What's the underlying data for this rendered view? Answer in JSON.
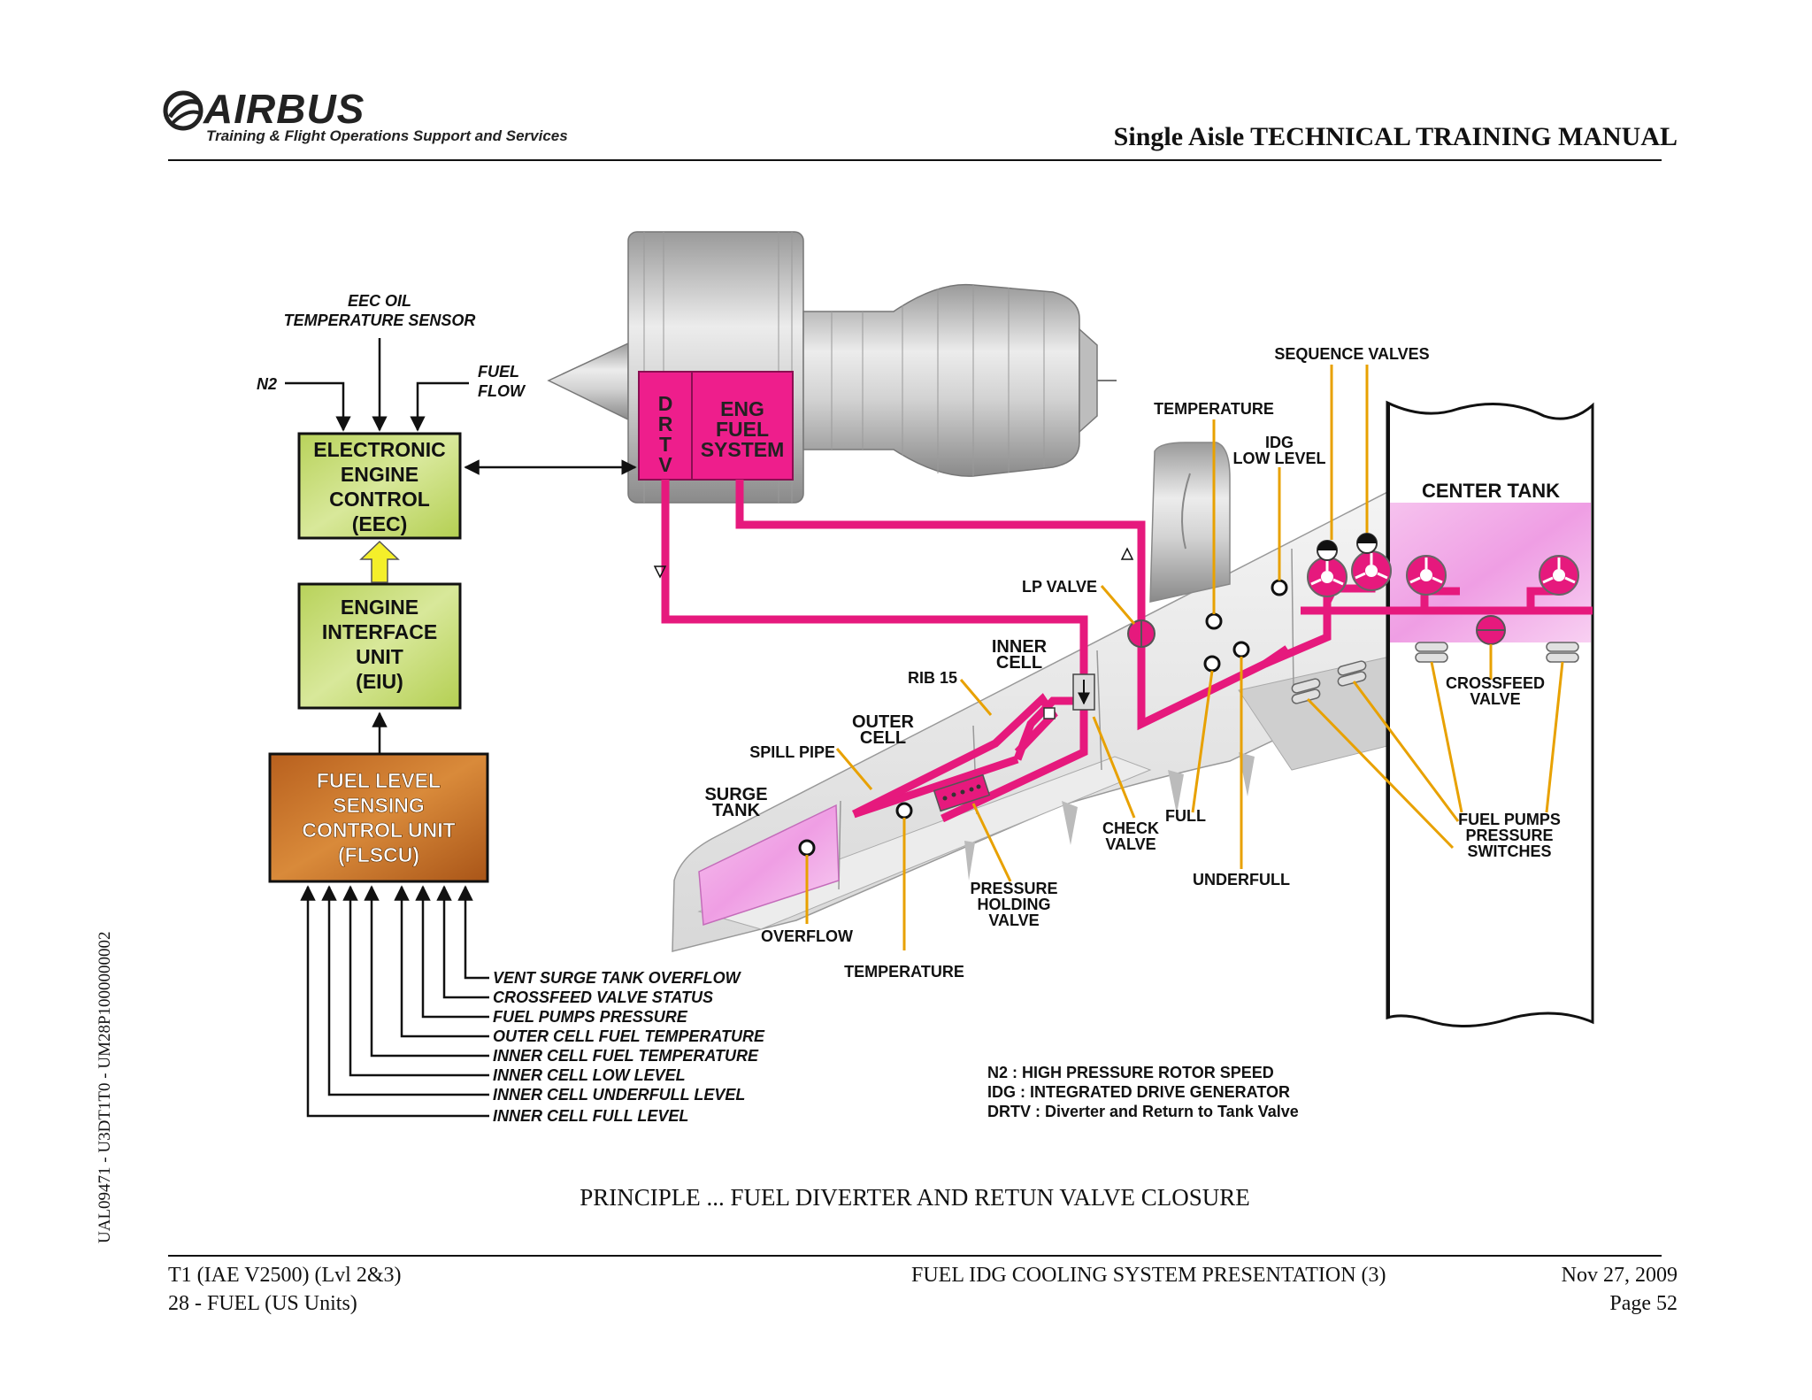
{
  "header": {
    "logo": "AIRBUS",
    "logo_subtitle": "Training & Flight Operations Support and Services",
    "manual_title": "Single Aisle TECHNICAL TRAINING MANUAL"
  },
  "side_code": "UAL09471 - U3DT1T0 - UM28P1000000002",
  "diagram": {
    "eec_inputs": {
      "oil_sensor": [
        "EEC OIL",
        "TEMPERATURE SENSOR"
      ],
      "n2": "N2",
      "fuel_flow": [
        "FUEL",
        "FLOW"
      ]
    },
    "eec_box": [
      "ELECTRONIC",
      "ENGINE",
      "CONTROL",
      "(EEC)"
    ],
    "eiu_box": [
      "ENGINE",
      "INTERFACE",
      "UNIT",
      "(EIU)"
    ],
    "flscu_box": [
      "FUEL LEVEL",
      "SENSING",
      "CONTROL UNIT",
      "(FLSCU)"
    ],
    "drtv": [
      "D",
      "R",
      "T",
      "V"
    ],
    "eng_fuel": [
      "ENG",
      "FUEL",
      "SYSTEM"
    ],
    "flscu_inputs": [
      "VENT SURGE TANK OVERFLOW",
      "CROSSFEED VALVE STATUS",
      "FUEL PUMPS PRESSURE",
      "OUTER CELL FUEL TEMPERATURE",
      "INNER CELL FUEL TEMPERATURE",
      "INNER CELL LOW LEVEL",
      "INNER CELL UNDERFULL LEVEL",
      "INNER CELL FULL LEVEL"
    ],
    "labels": {
      "sequence_valves": "SEQUENCE VALVES",
      "temperature_top": "TEMPERATURE",
      "idg_low_level": [
        "IDG",
        "LOW LEVEL"
      ],
      "center_tank": "CENTER TANK",
      "lp_valve": "LP VALVE",
      "inner_cell": [
        "INNER",
        "CELL"
      ],
      "rib_15": "RIB 15",
      "outer_cell": [
        "OUTER",
        "CELL"
      ],
      "spill_pipe": "SPILL PIPE",
      "surge_tank": [
        "SURGE",
        "TANK"
      ],
      "crossfeed_valve": [
        "CROSSFEED",
        "VALVE"
      ],
      "fuel_pumps_pressure_switches": [
        "FUEL PUMPS",
        "PRESSURE",
        "SWITCHES"
      ],
      "full": "FULL",
      "check_valve": [
        "CHECK",
        "VALVE"
      ],
      "underfull": "UNDERFULL",
      "pressure_holding_valve": [
        "PRESSURE",
        "HOLDING",
        "VALVE"
      ],
      "overflow": "OVERFLOW",
      "temperature_bottom": "TEMPERATURE"
    },
    "legend": [
      "N2 : HIGH PRESSURE ROTOR SPEED",
      "IDG : INTEGRATED DRIVE GENERATOR",
      "DRTV : Diverter and Return to Tank Valve"
    ]
  },
  "caption": "PRINCIPLE ... FUEL DIVERTER AND RETUN VALVE CLOSURE",
  "footer": {
    "left_1": "T1 (IAE V2500) (Lvl 2&3)",
    "left_2": "28 - FUEL (US Units)",
    "center": "FUEL IDG COOLING SYSTEM PRESENTATION (3)",
    "right_1": "Nov 27, 2009",
    "right_2": "Page 52"
  },
  "colors": {
    "fuel_line": "#e6197d",
    "fuel_magenta": "#ee1e8c",
    "leader_line": "#e8a100",
    "eec_green": "#c9dc6a",
    "flscu_orange": "#c8722a",
    "tank_pink": "#f2a7e8",
    "engine_grey": "#c8c8c8"
  }
}
